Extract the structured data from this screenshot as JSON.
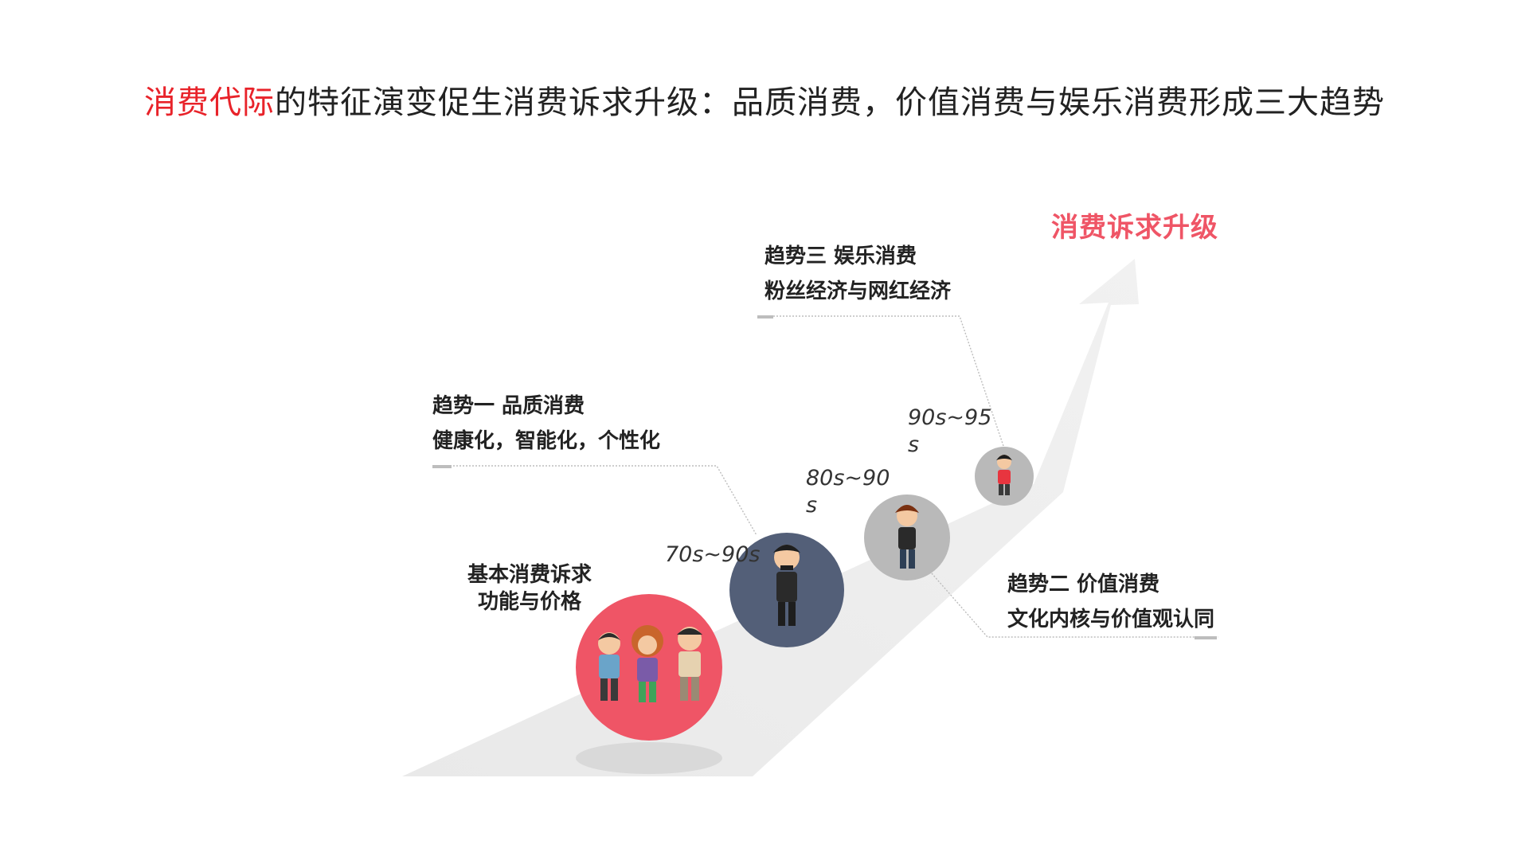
{
  "title": {
    "highlight": "消费代际",
    "rest": "的特征演变促生消费诉求升级：品质消费，价值消费与娱乐消费形成三大趋势"
  },
  "arrow_label": "消费诉求升级",
  "base": {
    "line1": "基本消费诉求",
    "line2": "功能与价格"
  },
  "trends": [
    {
      "heading": "趋势一 品质消费",
      "detail": "健康化，智能化，个性化"
    },
    {
      "heading": "趋势二 价值消费",
      "detail": "文化内核与价值观认同"
    },
    {
      "heading": "趋势三 娱乐消费",
      "detail": "粉丝经济与网红经济"
    }
  ],
  "eras": [
    {
      "line1": "70s~90s",
      "line2": ""
    },
    {
      "line1": "80s~90",
      "line2": "s"
    },
    {
      "line1": "90s~95",
      "line2": "s"
    }
  ],
  "colors": {
    "highlight": "#e8232a",
    "arrow_label": "#ef5566",
    "circle_base": "#ef5566",
    "circle_70s": "#535f78",
    "circle_80s": "#b9b9b9",
    "circle_90s": "#b9b9b9",
    "arrow": "#ececec"
  }
}
